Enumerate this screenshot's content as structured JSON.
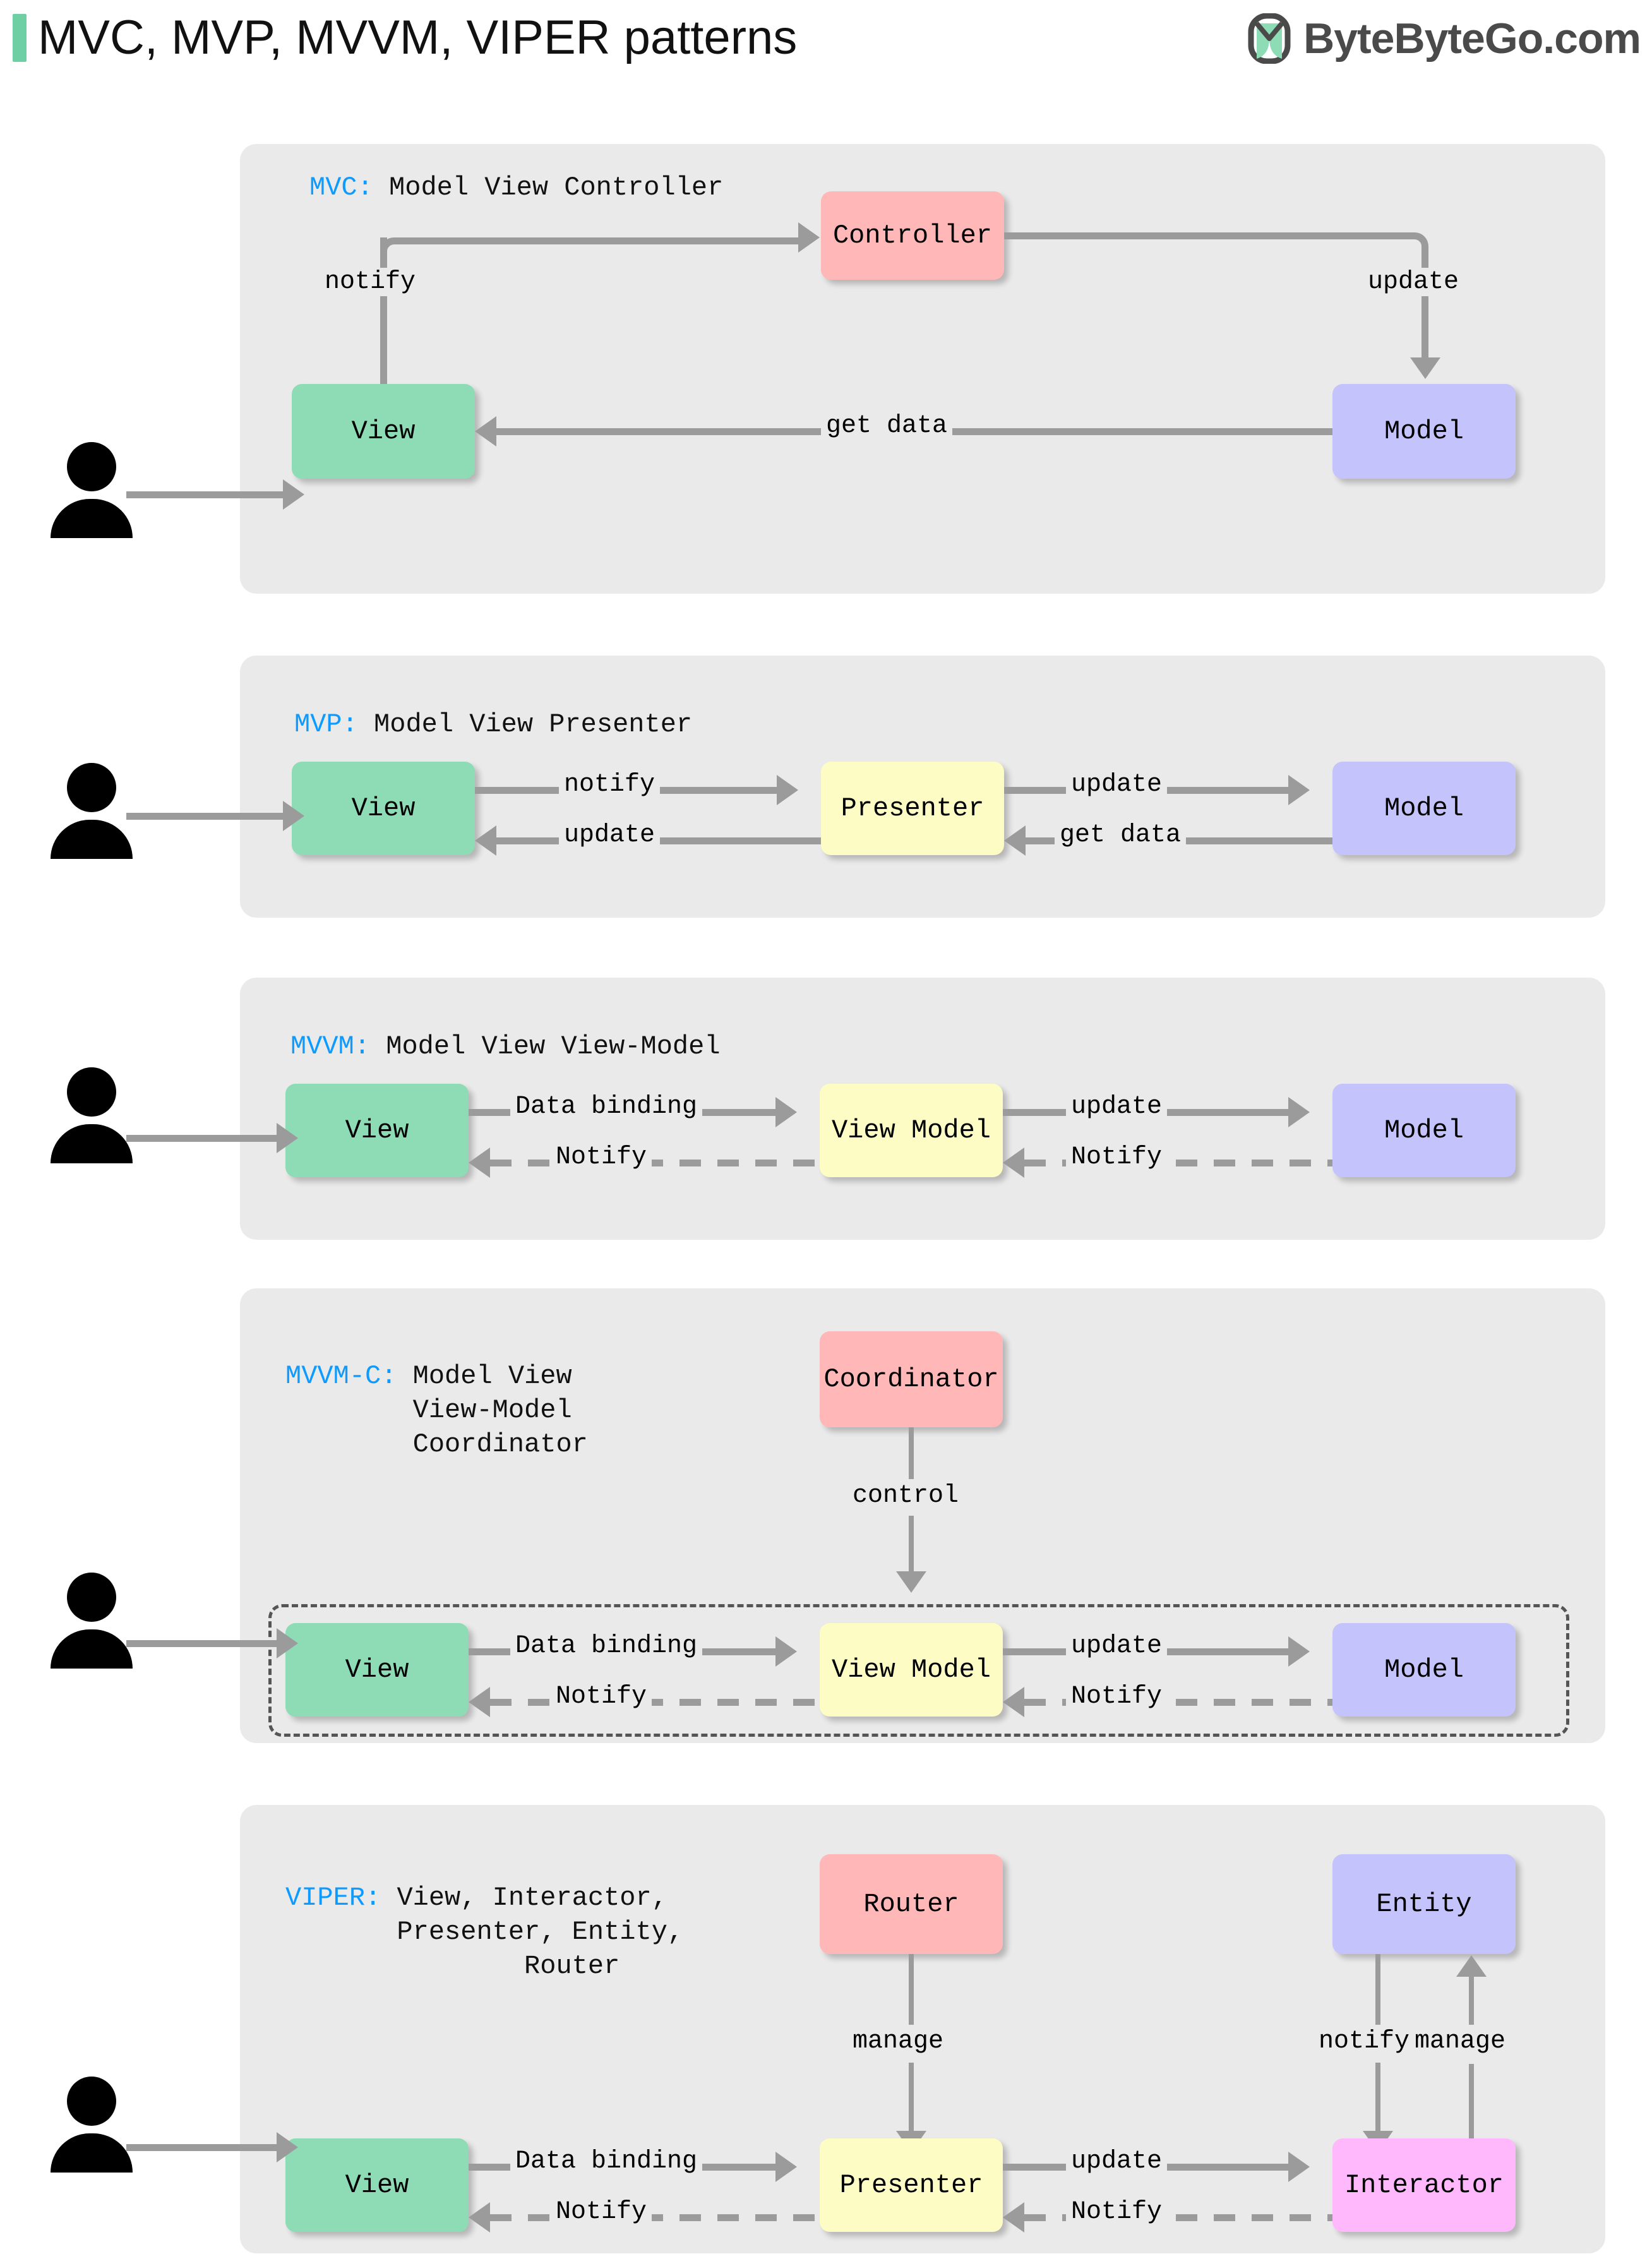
{
  "header": {
    "title": "MVC, MVP, MVVM, VIPER patterns",
    "brand": "ByteByteGo.com",
    "accent_color": "#6ECFA4",
    "brand_color": "#4A4A4A"
  },
  "palette": {
    "panel_bg": "#EAEAEA",
    "view": "#8EDCB6",
    "model": "#C4C3FB",
    "controller": "#FFB7B7",
    "presenter": "#FCFCC4",
    "interactor": "#FFB8FC",
    "connector": "#9B9B9B",
    "caption_key": "#0D9BFF"
  },
  "sections": [
    {
      "id": "mvc",
      "key": "MVC:",
      "caption": " Model View Controller",
      "nodes": {
        "view": "View",
        "controller": "Controller",
        "model": "Model"
      },
      "edges": {
        "notify": "notify",
        "update": "update",
        "get_data": "get data"
      }
    },
    {
      "id": "mvp",
      "key": "MVP:",
      "caption": " Model View Presenter",
      "nodes": {
        "view": "View",
        "presenter": "Presenter",
        "model": "Model"
      },
      "edges": {
        "notify": "notify",
        "update_right": "update",
        "update_left": "update",
        "get_data": "get data"
      }
    },
    {
      "id": "mvvm",
      "key": "MVVM:",
      "caption": " Model View View-Model",
      "nodes": {
        "view": "View",
        "viewmodel": "View Model",
        "model": "Model"
      },
      "edges": {
        "data_binding": "Data binding",
        "update": "update",
        "notify_left": "Notify",
        "notify_right": "Notify"
      }
    },
    {
      "id": "mvvmc",
      "key": "MVVM-C:",
      "caption": " Model View\n        View-Model\n        Coordinator",
      "nodes": {
        "coordinator": "Coordinator",
        "view": "View",
        "viewmodel": "View Model",
        "model": "Model"
      },
      "edges": {
        "control": "control",
        "data_binding": "Data binding",
        "update": "update",
        "notify_left": "Notify",
        "notify_right": "Notify"
      }
    },
    {
      "id": "viper",
      "key": "VIPER:",
      "caption": " View, Interactor,\n       Presenter, Entity,\n               Router",
      "nodes": {
        "router": "Router",
        "entity": "Entity",
        "view": "View",
        "presenter": "Presenter",
        "interactor": "Interactor"
      },
      "edges": {
        "manage_router": "manage",
        "notify_entity": "notify",
        "manage_entity": "manage",
        "data_binding": "Data binding",
        "update": "update",
        "notify_left": "Notify",
        "notify_right": "Notify"
      }
    }
  ]
}
